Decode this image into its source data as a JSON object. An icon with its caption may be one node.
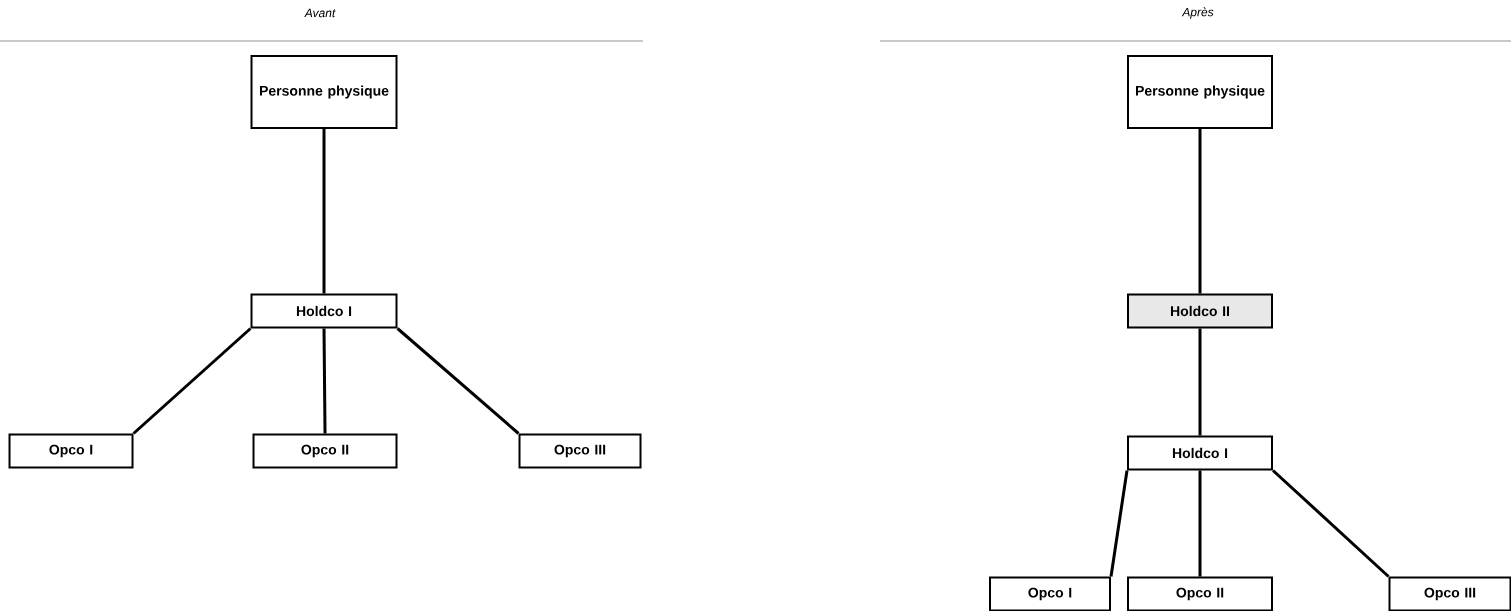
{
  "diagram": {
    "nodes": [
      {
        "text": [
          "Personne physique"
        ]
      },
      {
        "text": [
          "Holdco I"
        ]
      },
      {
        "text": [
          "Opco I"
        ]
      },
      {
        "text": [
          "Opco II"
        ]
      },
      {
        "text": [
          "Opco III"
        ]
      },
      {
        "text": [
          "Personne physique"
        ]
      },
      {
        "text": [
          "Holdco II"
        ]
      },
      {
        "text": [
          "Holdco I"
        ]
      },
      {
        "text": [
          "Opco I"
        ]
      },
      {
        "text": [
          "Opco II"
        ]
      },
      {
        "text": [
          "Opco III"
        ]
      }
    ],
    "edges": [
      {
        "from": 0,
        "to": 1,
        "arrow": "none"
      },
      {
        "from": 1,
        "to": 2,
        "arrow": "none"
      },
      {
        "from": 1,
        "to": 3,
        "arrow": "none"
      },
      {
        "from": 1,
        "to": 4,
        "arrow": "none"
      },
      {
        "from": 5,
        "to": 6,
        "arrow": "none"
      },
      {
        "from": 6,
        "to": 7,
        "arrow": "none"
      },
      {
        "from": 7,
        "to": 8,
        "arrow": "none"
      },
      {
        "from": 7,
        "to": 9,
        "arrow": "none"
      },
      {
        "from": 7,
        "to": 10,
        "arrow": "none"
      }
    ],
    "labels": [
      "Avant",
      "Après"
    ]
  }
}
